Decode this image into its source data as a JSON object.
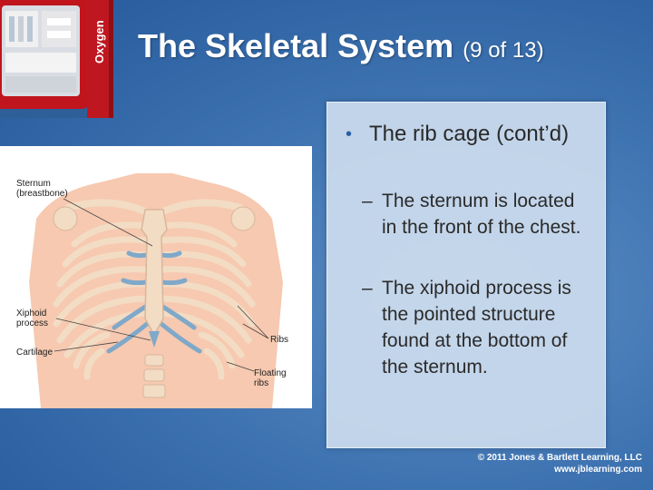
{
  "slide": {
    "title_main": "The Skeletal System",
    "title_sub": "(9 of 13)",
    "kit_label": "Oxygen"
  },
  "content": {
    "bullet": "The rib cage (cont’d)",
    "subbullets": [
      "The sternum is located in the front of the chest.",
      "The xiphoid process is the pointed structure found at the bottom of the sternum."
    ]
  },
  "figure": {
    "labels": {
      "sternum": "Sternum\n(breastbone)",
      "xiphoid": "Xiphoid\nprocess",
      "cartilage": "Cartilage",
      "ribs": "Ribs",
      "floating_ribs": "Floating\nribs"
    }
  },
  "footer": {
    "copyright": "© 2011 Jones & Bartlett Learning, LLC",
    "website": "www.jblearning.com"
  },
  "colors": {
    "background": "#3f74b2",
    "panel": "#cddcee",
    "bone": "#f3dcc4",
    "cartilage": "#7fa8c9",
    "skin": "#f6c9b0"
  }
}
